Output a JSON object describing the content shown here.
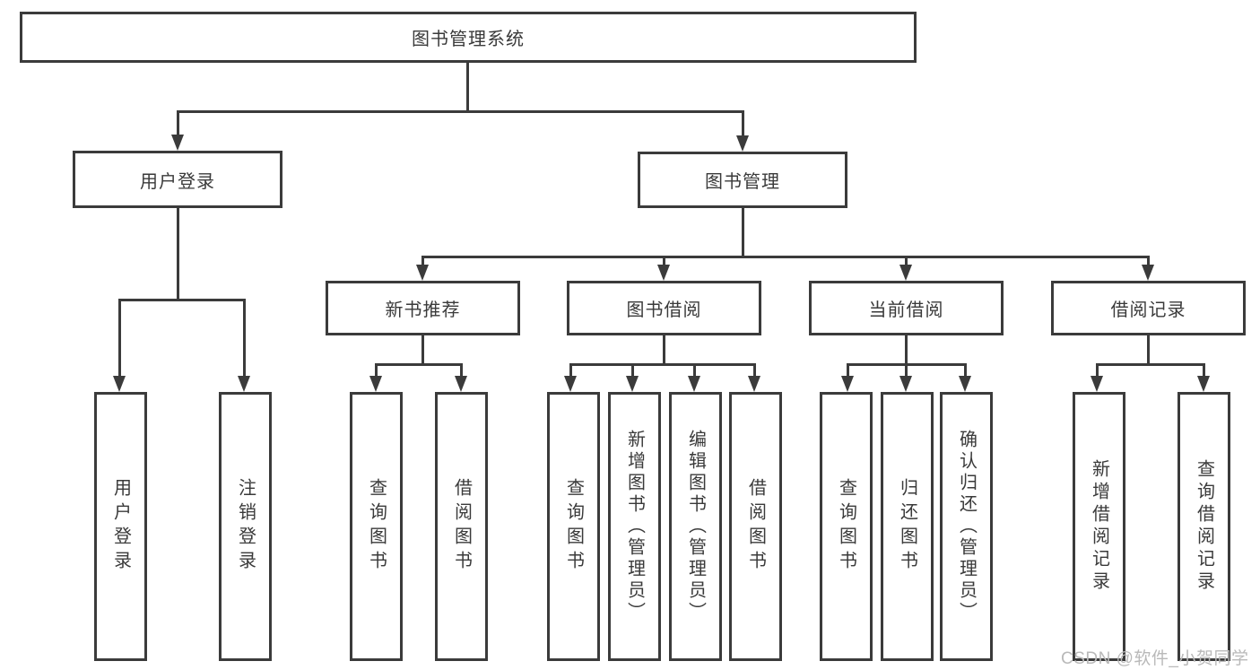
{
  "diagram": {
    "nodes": {
      "root": {
        "label": "图书管理系统"
      },
      "user_login": {
        "label": "用户登录"
      },
      "book_mgmt": {
        "label": "图书管理"
      },
      "new_books": {
        "label": "新书推荐"
      },
      "book_borrow": {
        "label": "图书借阅"
      },
      "current_borrow": {
        "label": "当前借阅"
      },
      "borrow_records": {
        "label": "借阅记录"
      },
      "leaf_user_login": {
        "label": "用户登录"
      },
      "leaf_logout": {
        "label": "注销登录"
      },
      "leaf_nb_query": {
        "label": "查询图书"
      },
      "leaf_nb_borrow": {
        "label": "借阅图书"
      },
      "leaf_bb_query": {
        "label": "查询图书"
      },
      "leaf_bb_add": {
        "label": "新增图书（管理员）"
      },
      "leaf_bb_edit": {
        "label": "编辑图书（管理员）"
      },
      "leaf_bb_borrow": {
        "label": "借阅图书"
      },
      "leaf_cb_query": {
        "label": "查询图书"
      },
      "leaf_cb_return": {
        "label": "归还图书"
      },
      "leaf_cb_confirm": {
        "label": "确认归还（管理员）"
      },
      "leaf_br_add": {
        "label": "新增借阅记录"
      },
      "leaf_br_query": {
        "label": "查询借阅记录"
      }
    },
    "colors": {
      "line": "#3b3b3b",
      "text": "#3a3a3a",
      "background": "#ffffff",
      "watermark": "#b9b9b9"
    }
  },
  "watermark": {
    "text": "CSDN @软件_小贺同学"
  }
}
